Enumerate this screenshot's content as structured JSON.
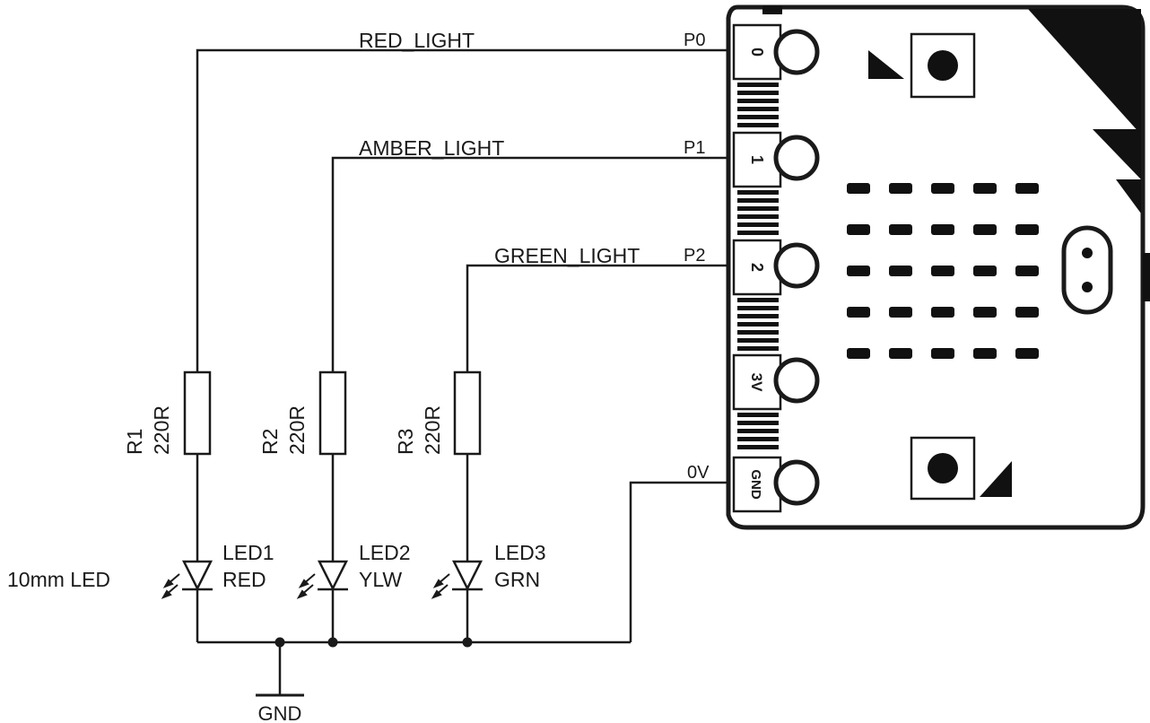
{
  "nets": {
    "red": "RED_LIGHT",
    "amber": "AMBER_LIGHT",
    "green": "GREEN_LIGHT"
  },
  "ports": {
    "p0": "P0",
    "p1": "P1",
    "p2": "P2",
    "ov": "0V"
  },
  "resistors": [
    {
      "ref": "R1",
      "value": "220R"
    },
    {
      "ref": "R2",
      "value": "220R"
    },
    {
      "ref": "R3",
      "value": "220R"
    }
  ],
  "leds": [
    {
      "ref": "LED1",
      "color_text": "RED"
    },
    {
      "ref": "LED2",
      "color_text": "YLW"
    },
    {
      "ref": "LED3",
      "color_text": "GRN"
    }
  ],
  "led_type": "10mm LED",
  "ground": "GND",
  "board_pins": [
    "0",
    "1",
    "2",
    "3V",
    "GND"
  ]
}
